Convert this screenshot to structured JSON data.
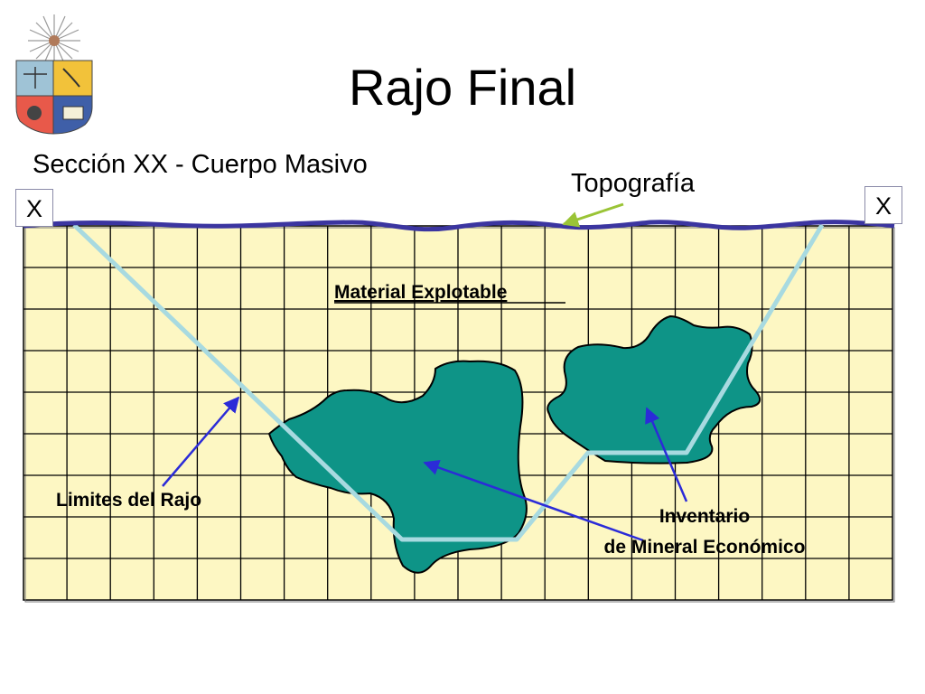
{
  "title": "Rajo Final",
  "subtitle": "Sección XX -  Cuerpo Masivo",
  "section_markers": {
    "left": "X",
    "right": "X"
  },
  "labels": {
    "topografia": "Topografía",
    "material_explotable": "Material Explotable",
    "limites_rajo": "Limites del Rajo",
    "inventario_line1": "Inventario",
    "inventario_line2": "de Mineral Económico"
  },
  "colors": {
    "grid_background": "#FDF7C3",
    "grid_lines": "#000000",
    "topography": "#3B35A0",
    "pit_limit": "#A8DAE0",
    "ore_body": "#0E9487",
    "arrow_blue": "#2B2BD8",
    "arrow_green": "#9AC436"
  }
}
